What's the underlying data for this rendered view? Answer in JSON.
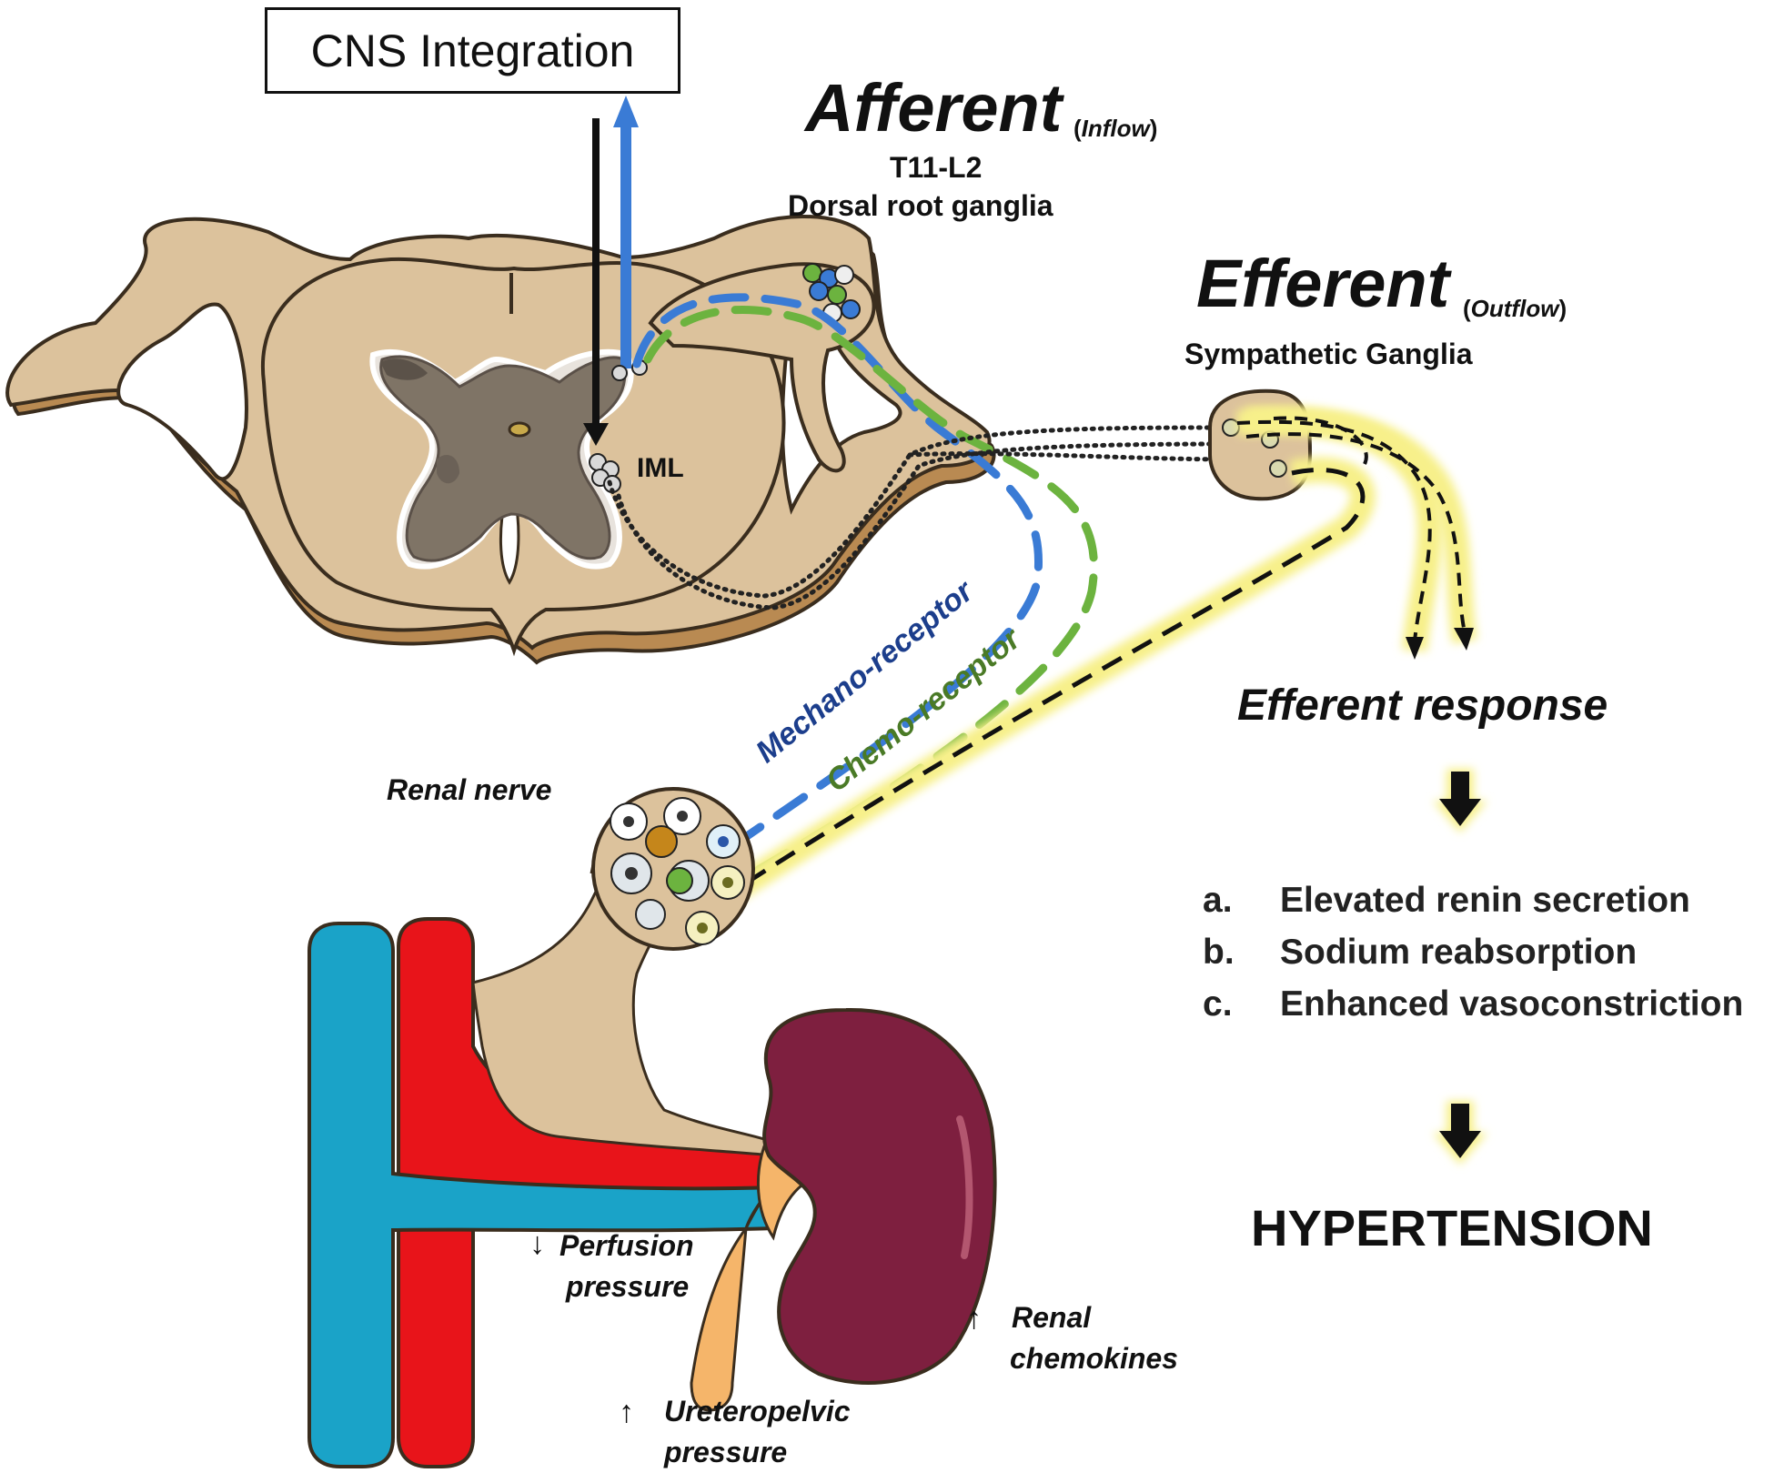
{
  "cns_box": "CNS Integration",
  "afferent": {
    "title": "Afferent",
    "paren": "Inflow",
    "level": "T11-L2",
    "ganglia": "Dorsal root ganglia"
  },
  "efferent": {
    "title": "Efferent",
    "paren": "Outflow",
    "ganglia": "Sympathetic Ganglia"
  },
  "iml": "IML",
  "mechanoreceptor": "Mechano-receptor",
  "chemoreceptor": "Chemo-receptor",
  "renal_nerve": {
    "bold": "Renal",
    "rest": "nerve"
  },
  "efferent_response": "Efferent  response",
  "responses": [
    {
      "marker": "a.",
      "text": "Elevated renin secretion"
    },
    {
      "marker": "b.",
      "text": "Sodium reabsorption"
    },
    {
      "marker": "c.",
      "text": "Enhanced vasoconstriction"
    }
  ],
  "outcome": "HYPERTENSION",
  "annotations": {
    "perfusion": {
      "arrow": "↓",
      "line1": "Perfusion",
      "line2": "pressure"
    },
    "ureteropelvic": {
      "arrow": "↑",
      "line1": "Ureteropelvic",
      "line2": "pressure"
    },
    "chemokines": {
      "arrow": "↑",
      "line1": "Renal",
      "line2": "chemokines"
    }
  },
  "colors": {
    "tissue": "#dcc29c",
    "tissue_outline": "#3a2d1e",
    "gray_matter": "#7f7466",
    "afferent_blue": "#3a7bd5",
    "chemo_green": "#6cb33f",
    "glow_yellow": "#f7f08a",
    "vein_blue": "#1aa3c8",
    "artery_red": "#e8141a",
    "kidney": "#7e1f3f",
    "ureter": "#f5b56a"
  }
}
